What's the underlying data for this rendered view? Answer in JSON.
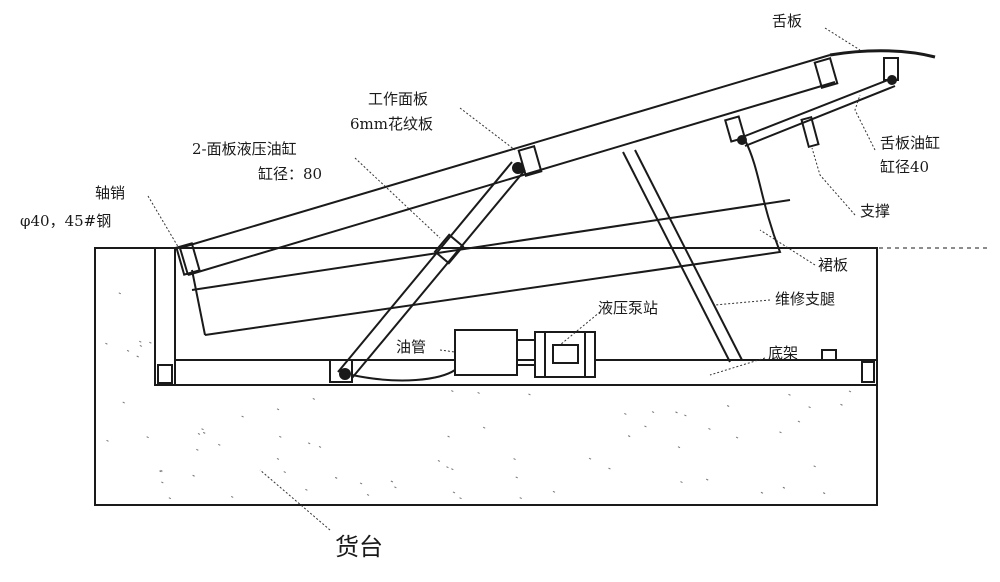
{
  "labels": {
    "tongue_plate": "舌板",
    "work_panel": "工作面板",
    "work_panel_spec": "6mm花纹板",
    "panel_cylinder": "2-面板液压油缸",
    "panel_cylinder_bore": "缸径：80",
    "pivot_pin": "轴销",
    "pivot_pin_spec": "φ40，45#钢",
    "tongue_cylinder": "舌板油缸",
    "tongue_cylinder_bore": "缸径40",
    "support": "支撑",
    "skirt_plate": "裙板",
    "maintenance_leg": "维修支腿",
    "pump_station": "液压泵站",
    "oil_pipe": "油管",
    "base_frame": "底架",
    "loading_platform": "货台"
  },
  "colors": {
    "line": "#1a1a1a",
    "paper": "#ffffff",
    "speckle": "#777777"
  }
}
